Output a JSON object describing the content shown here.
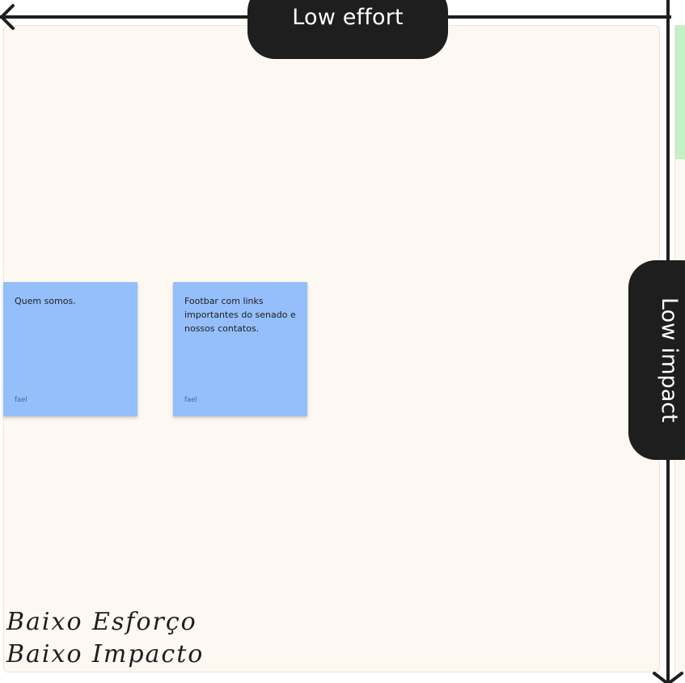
{
  "board": {
    "top_pill_label": "Low effort",
    "right_pill_label": "Low impact",
    "quadrant_label_line1": "Baixo Esforço",
    "quadrant_label_line2": "Baixo Impacto"
  },
  "stickies": [
    {
      "text": "Quem somos.",
      "author": "fael",
      "color": "#94bffb"
    },
    {
      "text": "Footbar com links importantes do senado e nossos contatos.",
      "author": "fael",
      "color": "#94bffb"
    }
  ],
  "colors": {
    "quadrant_bg": "#fdf8f1",
    "pill_bg": "#1e1e1e",
    "sticky_blue": "#94bffb",
    "sticky_green": "#c5efc5"
  },
  "icons": {
    "left_arrow": "arrow-left-icon",
    "down_arrow": "arrow-down-icon"
  }
}
